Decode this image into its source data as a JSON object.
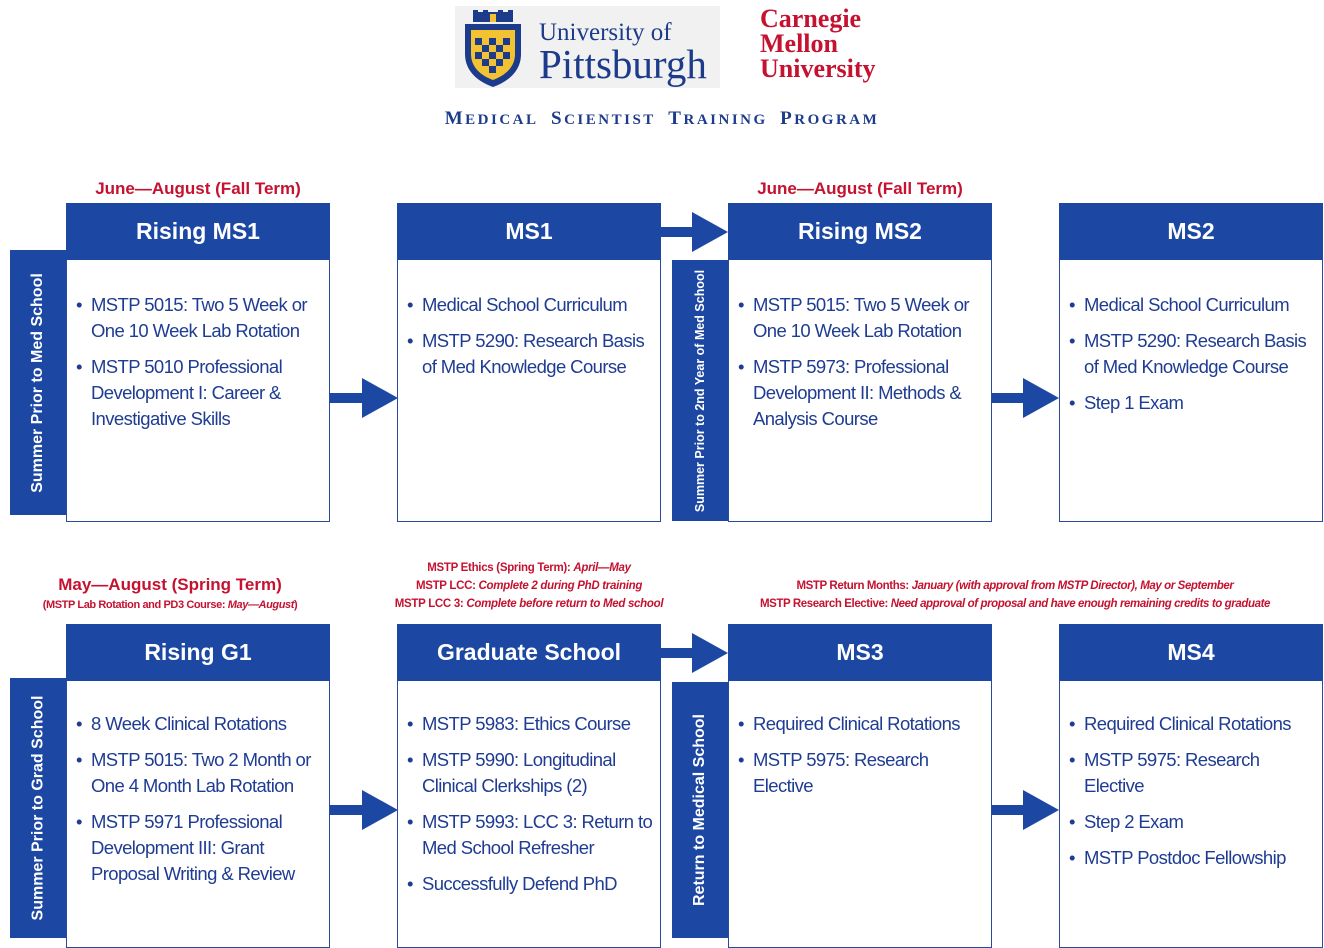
{
  "header": {
    "pitt_logo": {
      "line1": "University of",
      "line2": "Pittsburgh"
    },
    "cmu_logo": {
      "line1": "Carnegie",
      "line2": "Mellon",
      "line3": "University"
    },
    "program_name": "Medical Scientist Training Program",
    "program_words": [
      "Medical",
      "Scientist",
      "Training",
      "Program"
    ]
  },
  "colors": {
    "navy": "#1c48a3",
    "text_blue": "#1f3c93",
    "red": "#c41230",
    "white": "#ffffff"
  },
  "row1": {
    "notes": {
      "rising_ms1": "June—August (Fall Term)",
      "rising_ms2": "June—August (Fall Term)"
    },
    "side_labels": {
      "left": "Summer Prior to Med School",
      "mid": "Summer Prior to 2nd Year of Med School"
    },
    "stages": [
      {
        "title": "Rising MS1",
        "items": [
          "MSTP 5015: Two 5 Week or One 10 Week Lab Rotation",
          "MSTP 5010 Professional Development I: Career & Investigative Skills"
        ]
      },
      {
        "title": "MS1",
        "items": [
          "Medical School Curriculum",
          "MSTP 5290: Research Basis of Med Knowledge Course"
        ]
      },
      {
        "title": "Rising MS2",
        "items": [
          "MSTP 5015: Two 5 Week or One 10 Week Lab Rotation",
          "MSTP 5973: Professional Development II: Methods & Analysis Course"
        ]
      },
      {
        "title": "MS2",
        "items": [
          "Medical School Curriculum",
          "MSTP 5290: Research Basis of Med Knowledge Course",
          "Step 1 Exam"
        ]
      }
    ]
  },
  "row2": {
    "notes": {
      "rising_g1_main": "May—August (Spring Term)",
      "rising_g1_sub_label": "(MSTP Lab Rotation and PD3 Course: ",
      "rising_g1_sub_value": "May—August",
      "rising_g1_sub_end": ")",
      "grad_line1_label": "MSTP Ethics (Spring Term): ",
      "grad_line1_value": "April—May",
      "grad_line2_label": "MSTP LCC: ",
      "grad_line2_value": "Complete 2 during PhD training",
      "grad_line3_label": "MSTP LCC 3: ",
      "grad_line3_value": "Complete before return to Med school",
      "return_line1_label": "MSTP Return Months: ",
      "return_line1_value": "January (with approval from MSTP Director), May or September",
      "return_line2_label": "MSTP Research Elective: ",
      "return_line2_value": "Need approval of proposal and have enough remaining credits to graduate"
    },
    "side_labels": {
      "left": "Summer Prior to Grad School",
      "mid": "Return to Medical School"
    },
    "stages": [
      {
        "title": "Rising G1",
        "items": [
          "8 Week Clinical Rotations",
          "MSTP 5015: Two 2 Month or One 4 Month Lab Rotation",
          "MSTP 5971 Professional Development III: Grant Proposal Writing & Review"
        ]
      },
      {
        "title": "Graduate School",
        "items": [
          "MSTP 5983: Ethics Course",
          "MSTP 5990: Longitudinal Clinical Clerkships (2)",
          "MSTP 5993: LCC 3: Return to Med School Refresher",
          "Successfully Defend PhD"
        ]
      },
      {
        "title": "MS3",
        "items": [
          "Required Clinical Rotations",
          "MSTP 5975: Research Elective"
        ]
      },
      {
        "title": "MS4",
        "items": [
          "Required Clinical Rotations",
          "MSTP 5975: Research Elective",
          "Step 2 Exam",
          "MSTP Postdoc Fellowship"
        ]
      }
    ]
  }
}
